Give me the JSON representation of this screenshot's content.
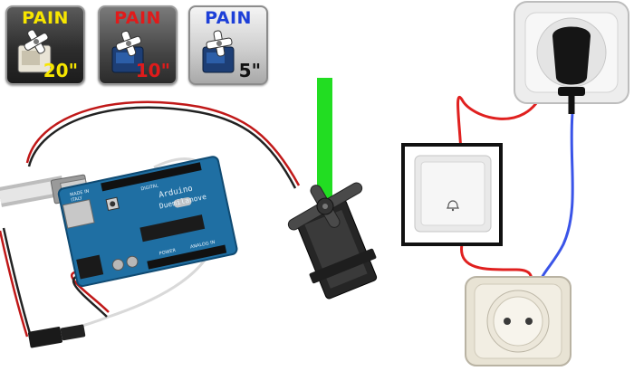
{
  "buttons": [
    {
      "label": "PAIN",
      "time": "20\"",
      "label_color": "#f7e600",
      "time_color": "#f7e600",
      "style": "dark"
    },
    {
      "label": "PAIN",
      "time": "10\"",
      "label_color": "#e01b1b",
      "time_color": "#e01b1b",
      "style": "red"
    },
    {
      "label": "PAIN",
      "time": "5\"",
      "label_color": "#1d3fd8",
      "time_color": "#111111",
      "style": "silver"
    }
  ],
  "board": {
    "silk_line1": "Arduino",
    "silk_line2": "Duemilanove",
    "made_in": "MADE IN",
    "italy": "ITALY",
    "power": "POWER",
    "analog": "ANALOG IN",
    "digital": "DIGITAL",
    "colors": {
      "pcb": "#1f6fa3",
      "chip": "#1b1b1b"
    }
  },
  "indicator": {
    "color": "#22dd22"
  },
  "wires": {
    "live": "#e0201f",
    "neutral": "#3a54e8",
    "signal": "#d8d8d8"
  },
  "icons": {
    "doorbell_switch": "bell-icon",
    "wall_plug": "plug-icon",
    "socket": "socket-icon"
  }
}
